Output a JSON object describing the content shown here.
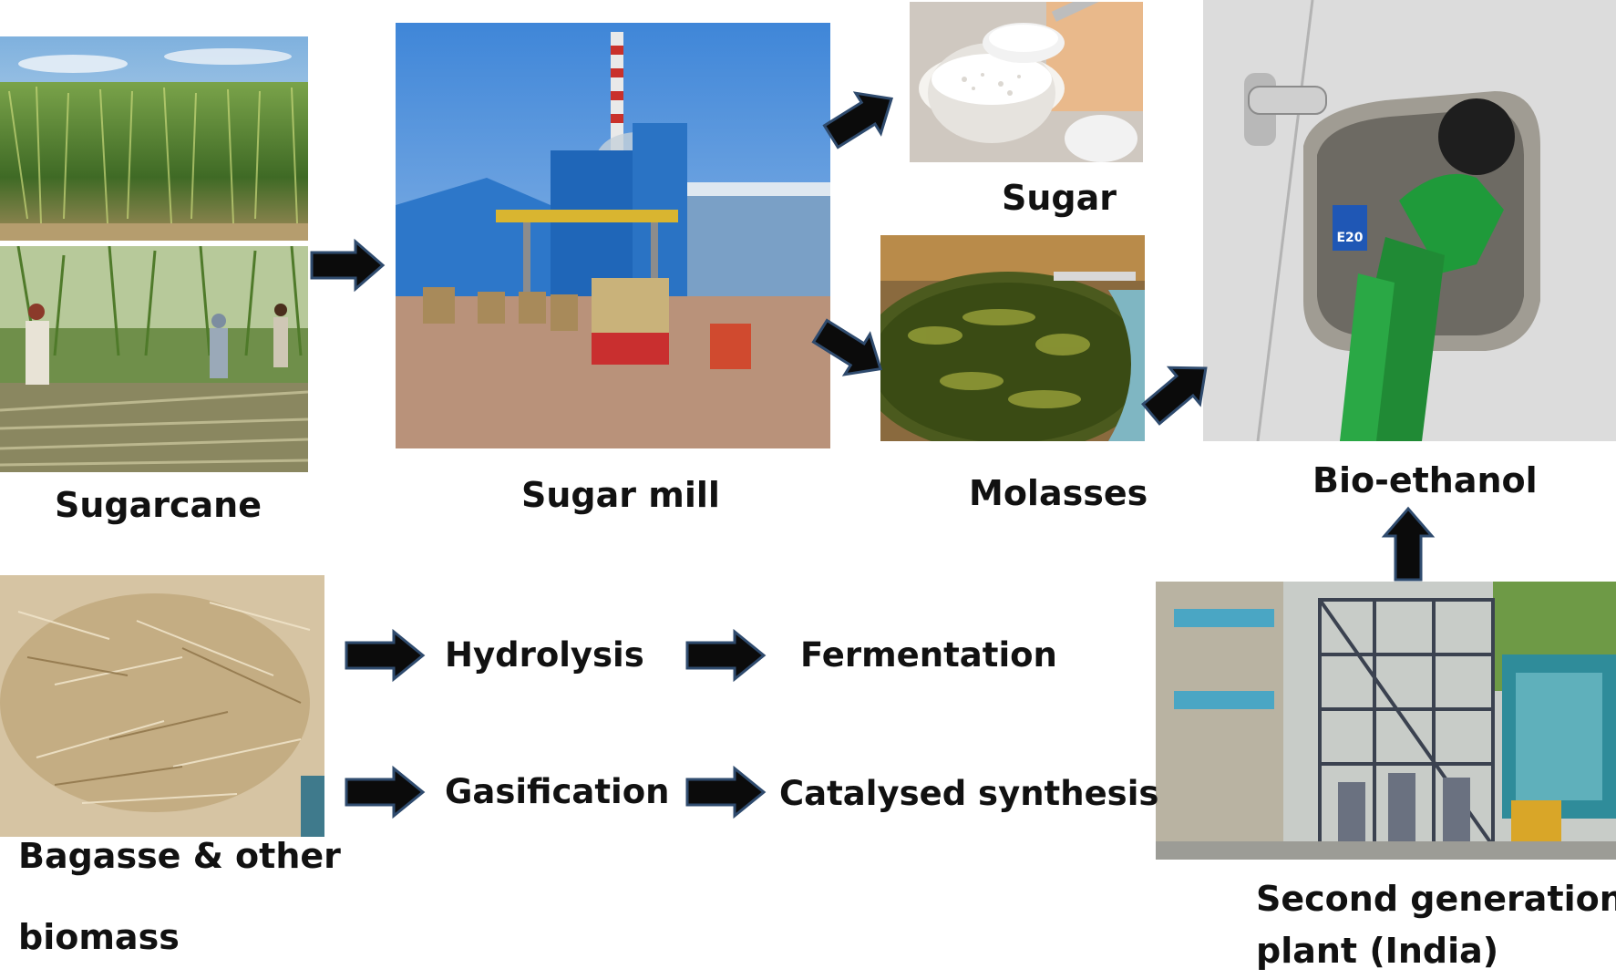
{
  "labels": {
    "sugarcane": "Sugarcane",
    "sugar_mill": "Sugar mill",
    "sugar": "Sugar",
    "molasses": "Molasses",
    "bio_ethanol": "Bio-ethanol",
    "bagasse_line1": "Bagasse & other",
    "bagasse_line2": "biomass",
    "hydrolysis": "Hydrolysis",
    "fermentation": "Fermentation",
    "gasification": "Gasification",
    "catalysed_synthesis": "Catalysed synthesis",
    "second_gen_line1": "Second generation",
    "second_gen_line2": "plant (India)"
  },
  "photo_text": {
    "pump_badge": "E20"
  },
  "colors": {
    "arrow_fill": "#0b0b0b",
    "arrow_stroke": "#2f4b6e",
    "text": "#111111"
  }
}
